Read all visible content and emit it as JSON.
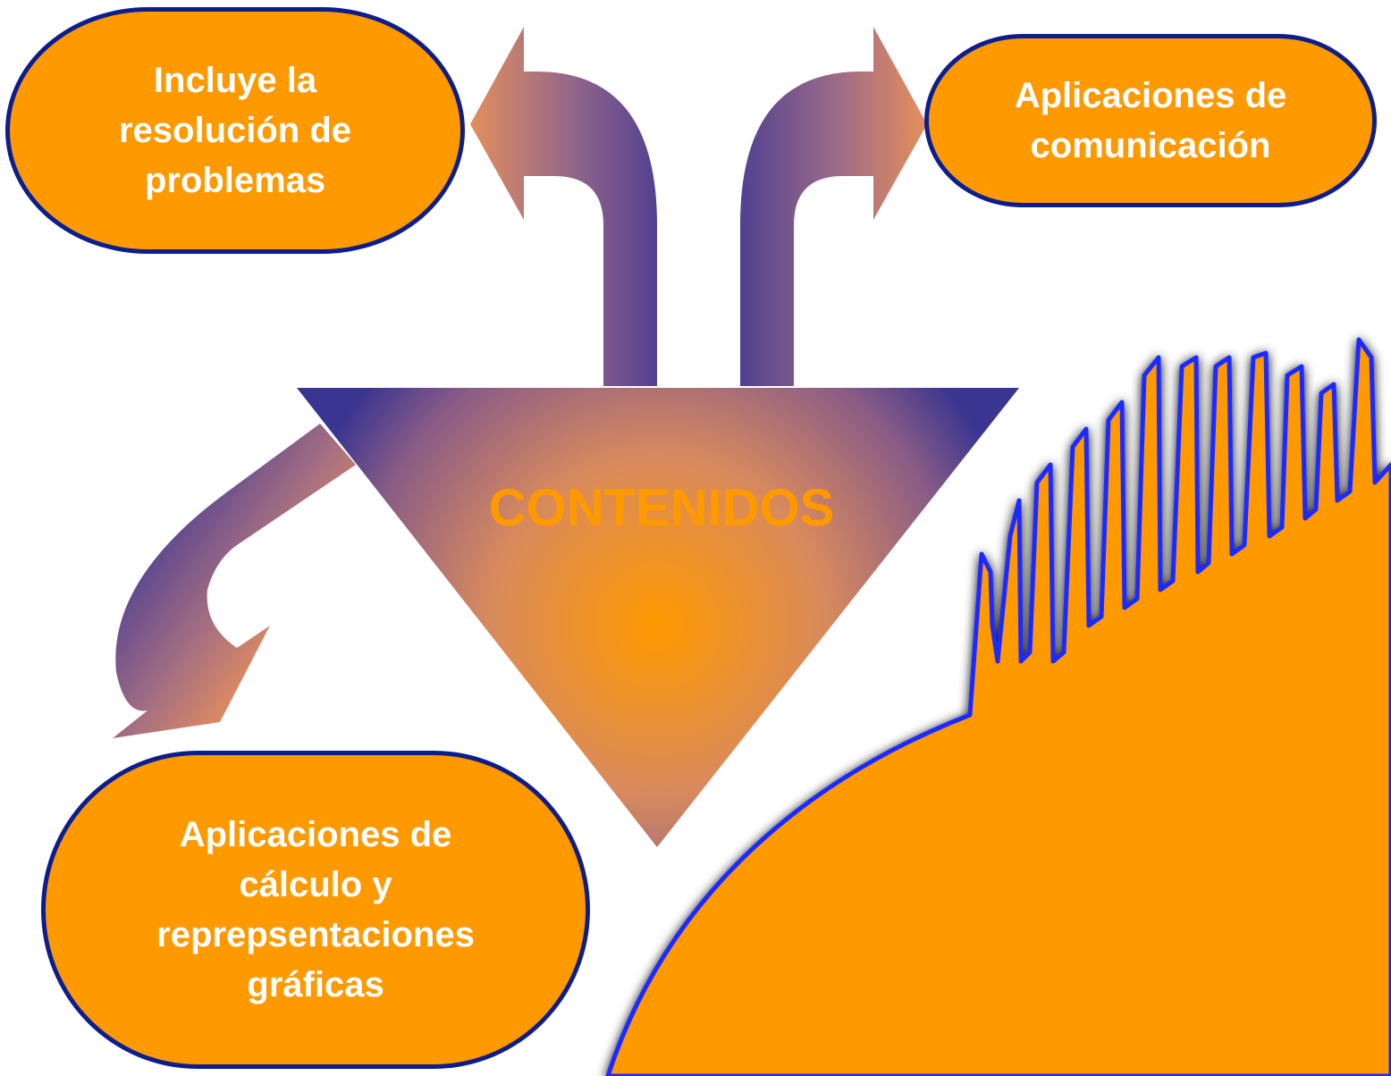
{
  "colors": {
    "accent_orange": "#FF9900",
    "border_blue": "#0D1E8C",
    "purple": "#4A3A90",
    "wave_blue": "#1A2BFF"
  },
  "diagram": {
    "center_label": "CONTENIDOS",
    "nodes": [
      {
        "id": "problemas",
        "label": "Incluye la\nresolución de\nproblemas"
      },
      {
        "id": "comunicacion",
        "label": "Aplicaciones de\ncomunicación"
      },
      {
        "id": "calculo",
        "label": "Aplicaciones de\ncálculo y\nreprepsentaciones\ngráficas"
      }
    ]
  }
}
